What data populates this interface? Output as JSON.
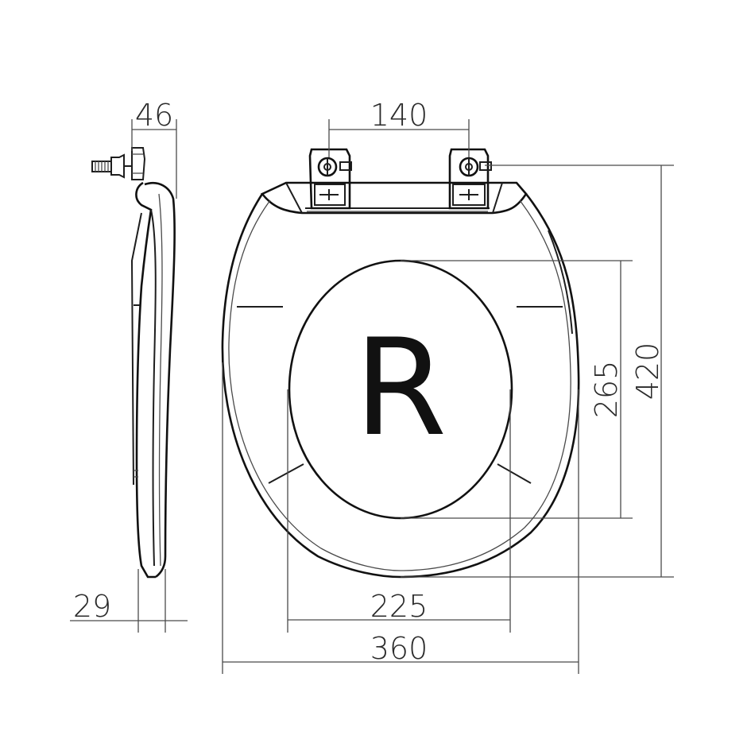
{
  "logo": {
    "letter": "R"
  },
  "dimensions": {
    "side_depth": "46",
    "side_thickness": "29",
    "hinge_spacing": "140",
    "inner_width": "225",
    "overall_width": "360",
    "inner_length": "265",
    "overall_length": "420"
  },
  "colors": {
    "line": "#1e1e1e",
    "text": "#2b2b2b",
    "background": "#ffffff"
  }
}
